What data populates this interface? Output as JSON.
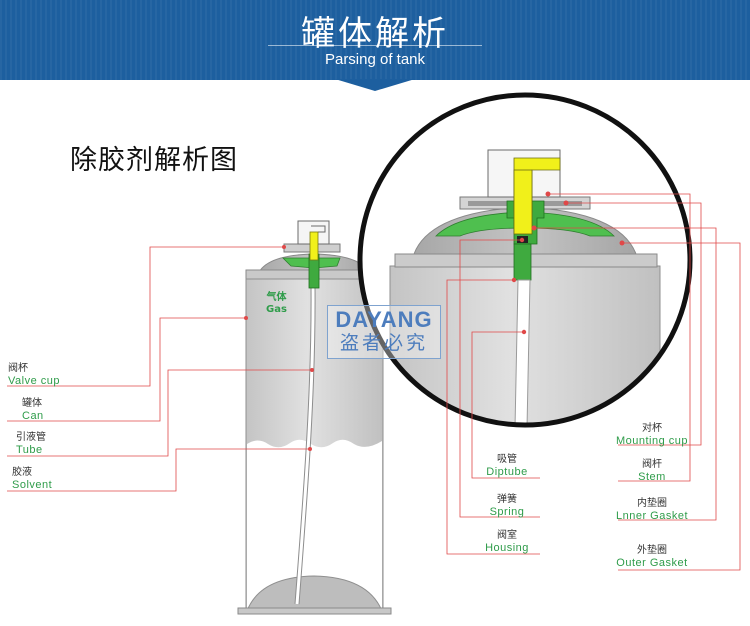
{
  "header": {
    "title": "罐体解析",
    "subtitle": "Parsing of tank"
  },
  "section_title": "除胶剂解析图",
  "watermark": {
    "brand": "DAYANG",
    "text": "盗者必究"
  },
  "gas_label": {
    "cn": "气体",
    "en": "Gas"
  },
  "left_labels": [
    {
      "id": "valve-cup",
      "cn": "阀杯",
      "en": "Valve cup"
    },
    {
      "id": "can",
      "cn": "罐体",
      "en": "Can"
    },
    {
      "id": "tube",
      "cn": "引液管",
      "en": "Tube"
    },
    {
      "id": "solvent",
      "cn": "胶液",
      "en": "Solvent"
    }
  ],
  "mid_labels": [
    {
      "id": "diptube",
      "cn": "吸管",
      "en": "Diptube"
    },
    {
      "id": "spring",
      "cn": "弹簧",
      "en": "Spring"
    },
    {
      "id": "housing",
      "cn": "阀室",
      "en": "Housing"
    }
  ],
  "right_labels": [
    {
      "id": "mounting-cup",
      "cn": "对杯",
      "en": "Mounting cup"
    },
    {
      "id": "stem",
      "cn": "阀杆",
      "en": "Stem"
    },
    {
      "id": "inner-gasket",
      "cn": "内垫圈",
      "en": "Lnner Gasket"
    },
    {
      "id": "outer-gasket",
      "cn": "外垫圈",
      "en": "Outer Gasket"
    }
  ],
  "colors": {
    "header_bg": "#1d5f9f",
    "can_fill": "#d2d2d2",
    "dome_fill": "#b3b3b3",
    "green": "#2f9c4a",
    "yellow": "#f1f01a",
    "leader": "#e04848",
    "label_en": "#2f9c4a"
  }
}
